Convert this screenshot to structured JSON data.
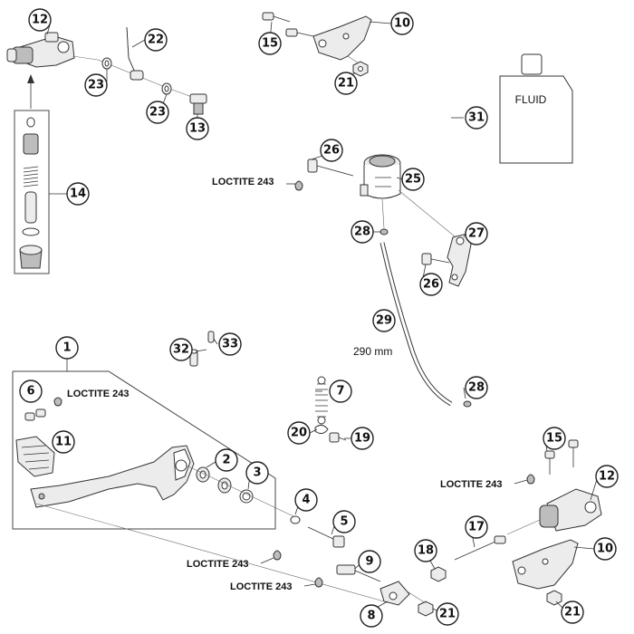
{
  "callouts": {
    "c1": "1",
    "c2": "2",
    "c3": "3",
    "c4": "4",
    "c5": "5",
    "c6": "6",
    "c7": "7",
    "c8": "8",
    "c9": "9",
    "c10a": "10",
    "c10b": "10",
    "c11": "11",
    "c12a": "12",
    "c12b": "12",
    "c13": "13",
    "c14": "14",
    "c15a": "15",
    "c15b": "15",
    "c17": "17",
    "c18": "18",
    "c19": "19",
    "c20": "20",
    "c21a": "21",
    "c21b": "21",
    "c21c": "21",
    "c22": "22",
    "c23a": "23",
    "c23b": "23",
    "c25": "25",
    "c26a": "26",
    "c26b": "26",
    "c27": "27",
    "c28a": "28",
    "c28b": "28",
    "c29": "29",
    "c31": "31",
    "c32": "32",
    "c33": "33"
  },
  "labels": {
    "loctite_1": "LOCTITE 243",
    "loctite_2": "LOCTITE 243",
    "loctite_3": "LOCTITE 243",
    "loctite_4": "LOCTITE 243",
    "loctite_5": "LOCTITE 243",
    "fluid": "FLUID",
    "hose_length": "290 mm"
  }
}
